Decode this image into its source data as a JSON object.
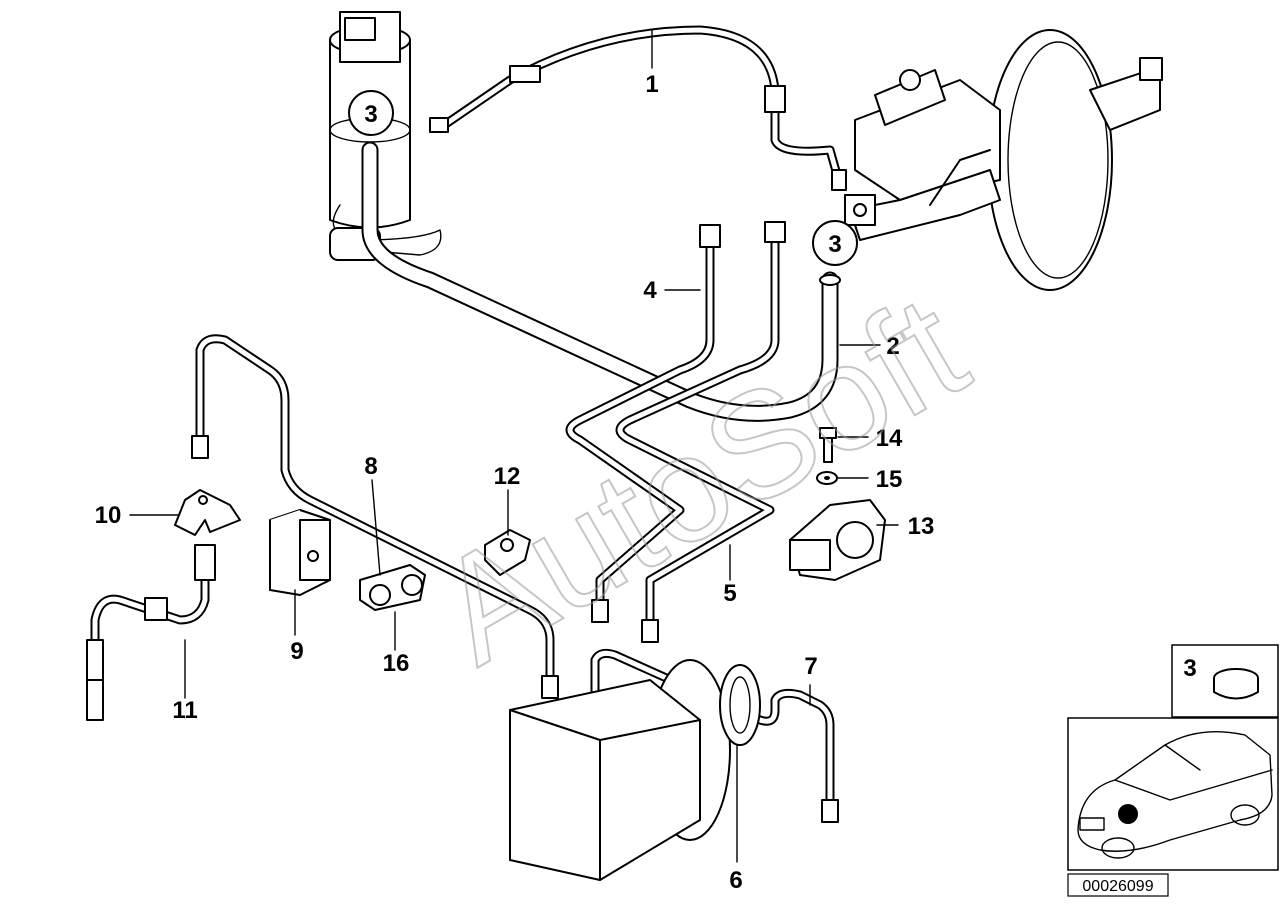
{
  "diagram": {
    "callouts": [
      "1",
      "2",
      "3",
      "4",
      "5",
      "6",
      "7",
      "8",
      "9",
      "10",
      "11",
      "12",
      "13",
      "14",
      "15",
      "16"
    ],
    "inset_callout": "3",
    "watermark": "AutoSoft",
    "diagram_code": "00026099"
  }
}
